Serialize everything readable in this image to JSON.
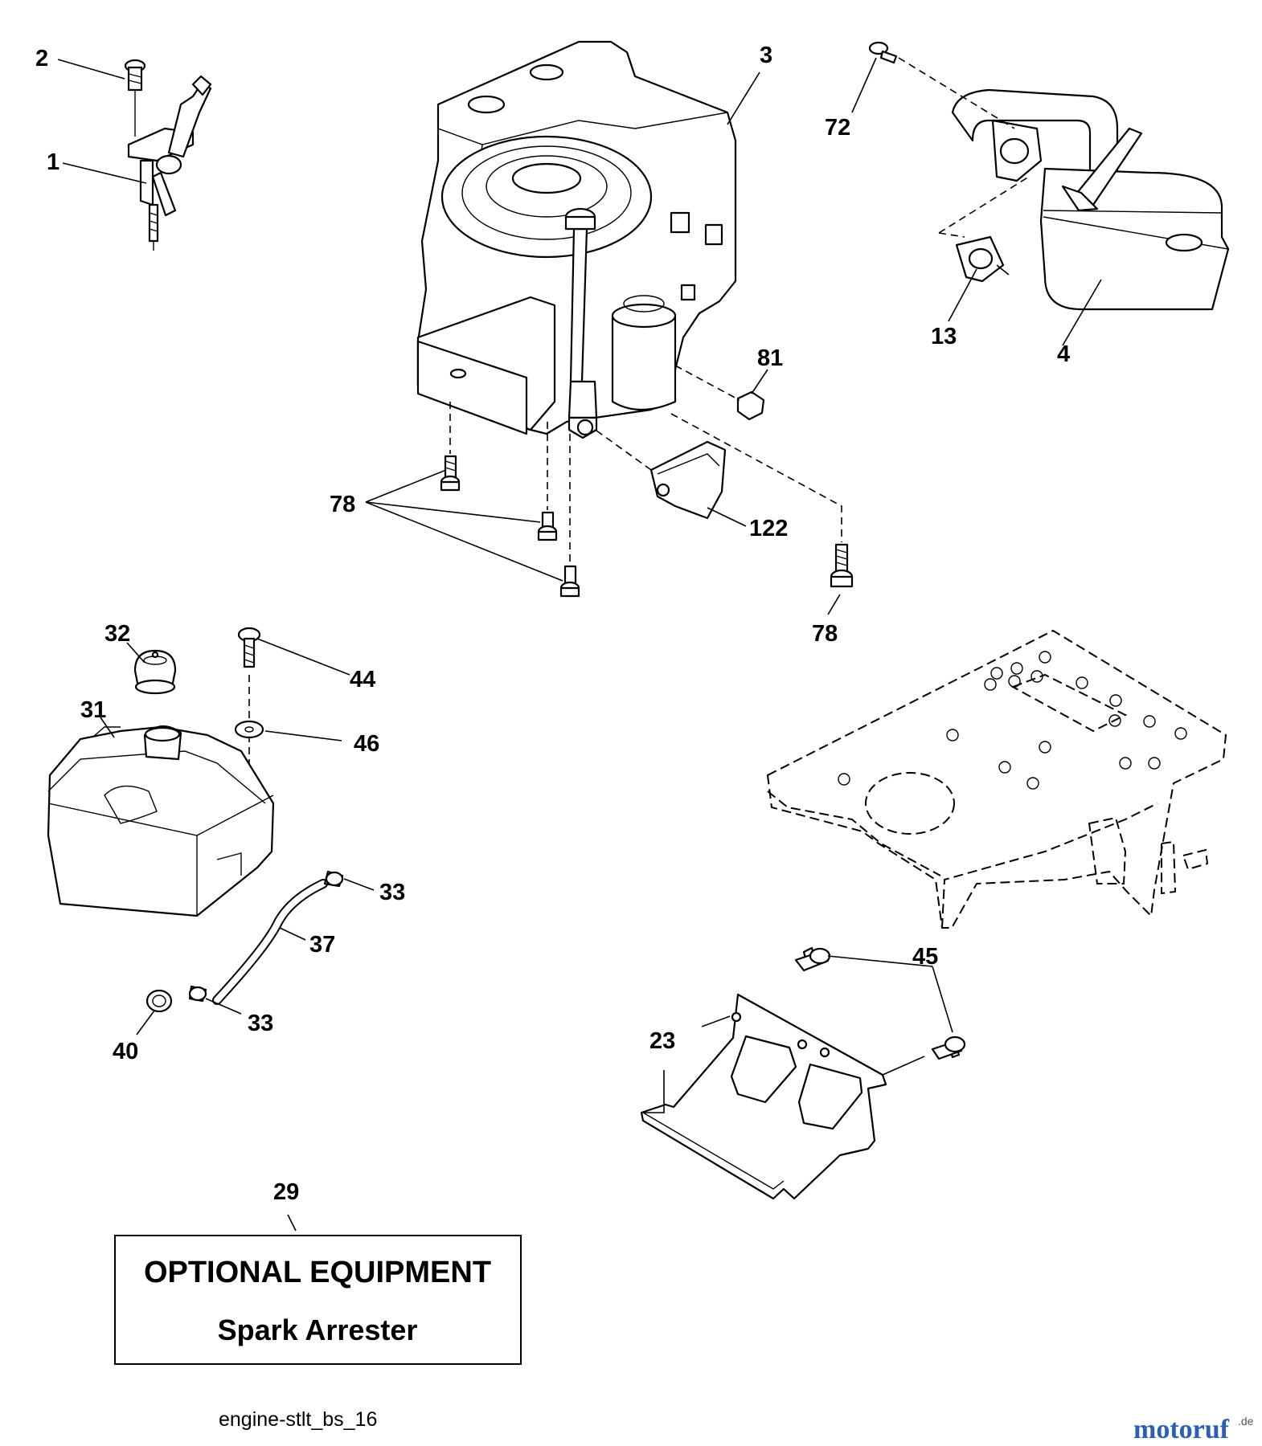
{
  "callouts": {
    "c1": "1",
    "c2": "2",
    "c3": "3",
    "c4": "4",
    "c13": "13",
    "c23": "23",
    "c29": "29",
    "c31": "31",
    "c32": "32",
    "c33a": "33",
    "c33b": "33",
    "c37": "37",
    "c40": "40",
    "c44": "44",
    "c45": "45",
    "c46": "46",
    "c72": "72",
    "c78a": "78",
    "c78b": "78",
    "c81": "81",
    "c122": "122"
  },
  "optional_box": {
    "title": "OPTIONAL EQUIPMENT",
    "subtitle": "Spark Arrester"
  },
  "diagram_code": "engine-stlt_bs_16",
  "watermark": {
    "name": "motoruf",
    "suffix": ".de"
  }
}
